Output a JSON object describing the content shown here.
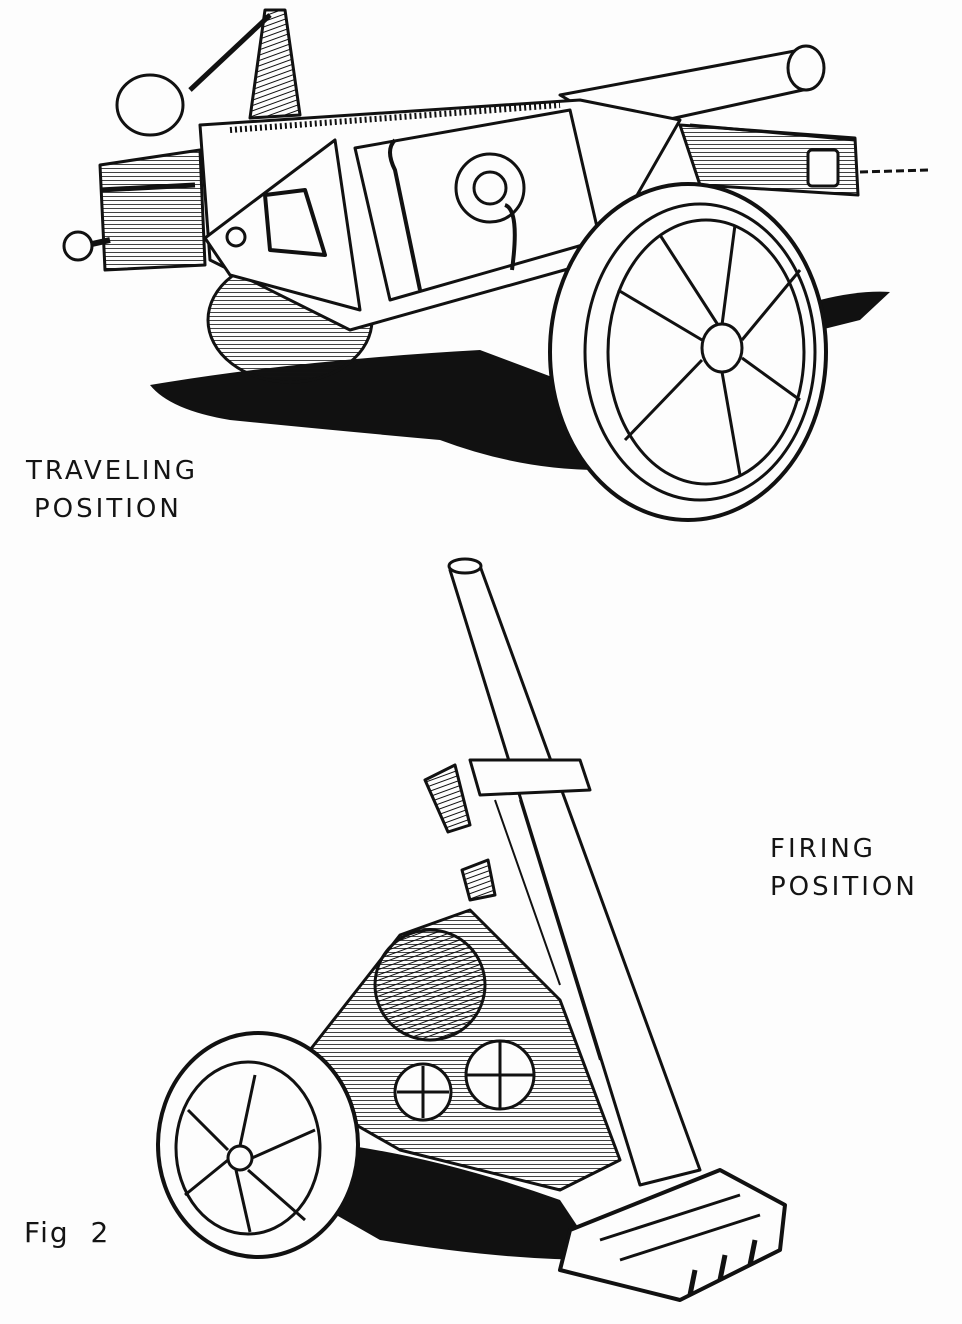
{
  "figure": {
    "caption": "Fig 2",
    "subject": "wheeled mortar on carriage",
    "views": [
      {
        "id": "traveling",
        "label_lines": [
          "TRAVELING",
          "POSITION"
        ]
      },
      {
        "id": "firing",
        "label_lines": [
          "FIRING",
          "POSITION"
        ]
      }
    ]
  },
  "colors": {
    "ink": "#111111",
    "paper": "#fdfdfd"
  }
}
